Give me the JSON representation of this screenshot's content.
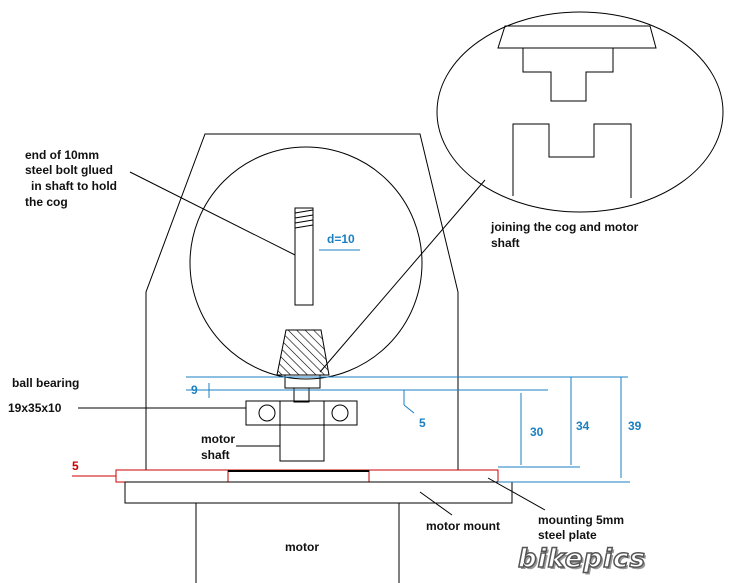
{
  "labels": {
    "bolt_line1": "end of 10mm",
    "bolt_line2": "steel bolt glued",
    "bolt_line3": "in shaft to hold",
    "bolt_line4": "the cog",
    "d10": "d=10",
    "joining_line1": "joining the cog and motor",
    "joining_line2": "shaft",
    "ball_bearing": "ball bearing",
    "bearing_size": "19x35x10",
    "motor_shaft_line1": "motor",
    "motor_shaft_line2": "shaft",
    "motor_mount": "motor mount",
    "plate_line1": "mounting 5mm",
    "plate_line2": "steel plate",
    "motor": "motor"
  },
  "dimensions": {
    "d9": "9",
    "d5_right": "5",
    "d30": "30",
    "d34": "34",
    "d39": "39",
    "d5_left": "5"
  },
  "watermark": "bikepics",
  "colors": {
    "line": "#000000",
    "dimension": "#1a7fc1",
    "plate": "#cc0000",
    "watermark_outline": "#555555"
  }
}
